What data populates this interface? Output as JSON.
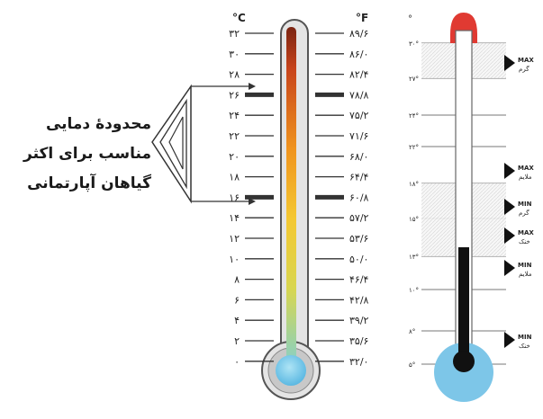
{
  "note": {
    "lines": [
      "محدودهٔ دمایی",
      "مناسب برای اکثر",
      "گیاهان آپارتمانی"
    ]
  },
  "left_thermometer": {
    "celsius_unit": "°C",
    "fahrenheit_unit": "°F",
    "celsius_labels": [
      "۳۲",
      "۳۰",
      "۲۸",
      "۲۶",
      "۲۴",
      "۲۲",
      "۲۰",
      "۱۸",
      "۱۶",
      "۱۴",
      "۱۲",
      "۱۰",
      "۸",
      "۶",
      "۴",
      "۲",
      "۰"
    ],
    "fahrenheit_labels": [
      "۸۹/۶",
      "۸۶/۰",
      "۸۲/۴",
      "۷۸/۸",
      "۷۵/۲",
      "۷۱/۶",
      "۶۸/۰",
      "۶۴/۴",
      "۶۰/۸",
      "۵۷/۲",
      "۵۳/۶",
      "۵۰/۰",
      "۴۶/۴",
      "۴۲/۸",
      "۳۹/۲",
      "۳۵/۶",
      "۳۲/۰"
    ],
    "range_marks": [
      "۲۶",
      "۱۶"
    ]
  },
  "right_thermometer": {
    "top_label": "°",
    "scale_labels": [
      "۳۰°",
      "۲۷°",
      "۲۴°",
      "۲۲°",
      "۱۸°",
      "۱۵°",
      "۱۳°",
      "۱۰°",
      "۸°",
      "۵°"
    ],
    "markers": [
      {
        "line1": "MAX",
        "line2": "گرم"
      },
      {
        "line1": "MAX",
        "line2": "ملایم"
      },
      {
        "line1": "MIN",
        "line2": "گرم"
      },
      {
        "line1": "MAX",
        "line2": "خنک"
      },
      {
        "line1": "MIN",
        "line2": "ملایم"
      },
      {
        "line1": "MIN",
        "line2": "خنک"
      }
    ],
    "colors": {
      "bulb_top": "#e03a32",
      "bulb_bottom": "#7dc6e8",
      "column": "#111111"
    }
  }
}
